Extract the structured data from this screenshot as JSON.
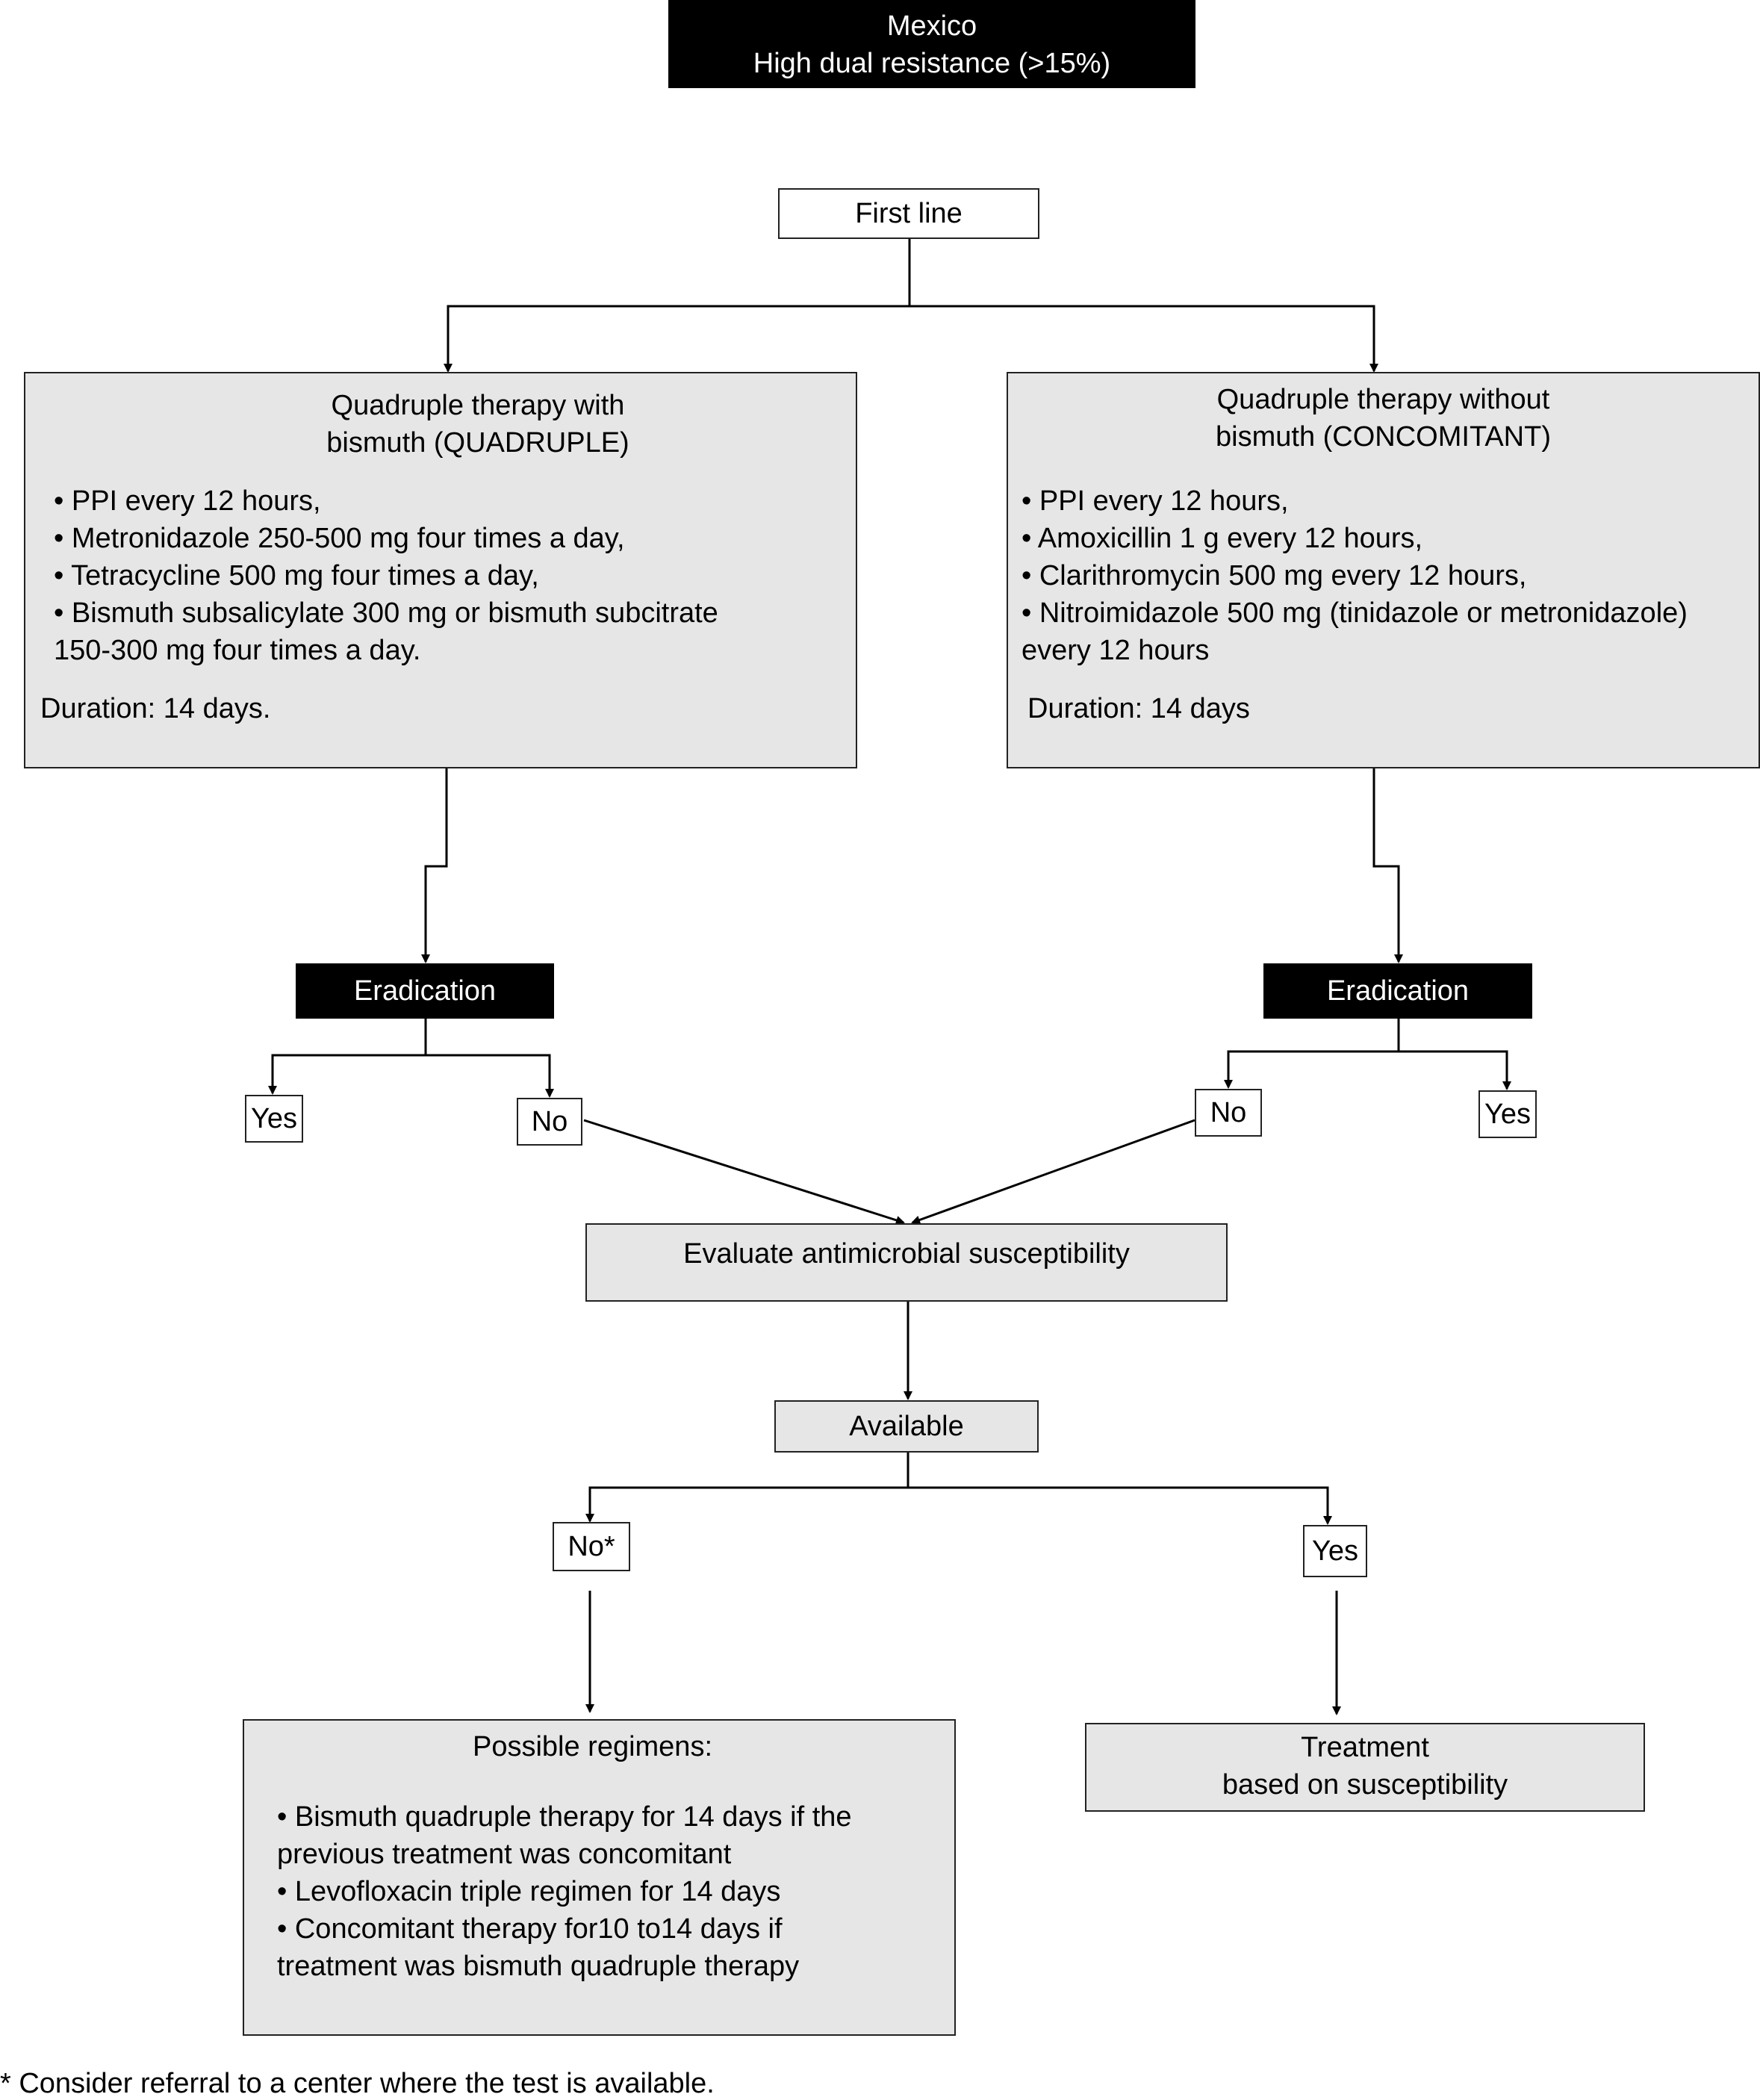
{
  "header": {
    "line1": "Mexico",
    "line2": "High dual resistance (>15%)"
  },
  "first_line": "First line",
  "left_therapy": {
    "title1": "Quadruple therapy with",
    "title2": "bismuth (QUADRUPLE)",
    "items": [
      "• PPI every 12 hours,",
      "• Metronidazole 250-500 mg four times a day,",
      "• Tetracycline 500 mg four times a day,",
      "• Bismuth subsalicylate 300 mg or bismuth subcitrate",
      "150-300 mg four times a day."
    ],
    "duration": "Duration: 14 days."
  },
  "right_therapy": {
    "title1": "Quadruple therapy without",
    "title2": "bismuth  (CONCOMITANT)",
    "items": [
      "• PPI every 12 hours,",
      "• Amoxicillin 1 g every 12 hours,",
      "• Clarithromycin 500 mg every 12 hours,",
      "• Nitroimidazole 500 mg (tinidazole or metronidazole)",
      "every 12 hours"
    ],
    "duration": "Duration: 14 days"
  },
  "eradication_left": "Eradication",
  "eradication_right": "Eradication",
  "left_yes": "Yes",
  "left_no": "No",
  "right_no": "No",
  "right_yes": "Yes",
  "evaluate": "Evaluate antimicrobial susceptibility",
  "available": "Available",
  "available_no": "No*",
  "available_yes": "Yes",
  "regimens": {
    "title": "Possible regimens:",
    "items": [
      "• Bismuth quadruple therapy for 14 days if the",
      "previous treatment was concomitant",
      "• Levofloxacin triple regimen for 14 days",
      "• Concomitant therapy for10 to14 days if",
      "treatment was bismuth quadruple therapy"
    ]
  },
  "treatment": {
    "line1": "Treatment",
    "line2": "based on susceptibility"
  },
  "footnote": "* Consider referral to a center where the test is available."
}
